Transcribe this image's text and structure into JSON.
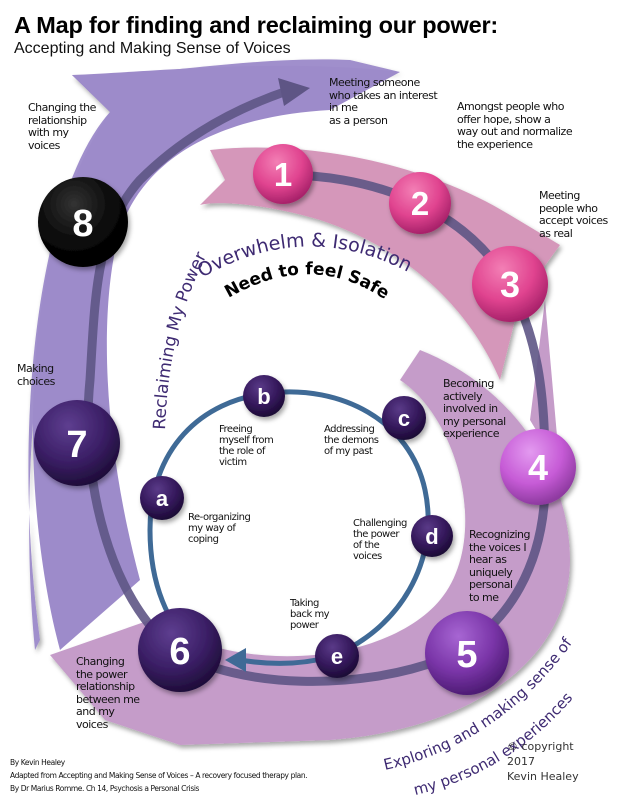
{
  "header": {
    "title": "A Map for finding and reclaiming our power:",
    "subtitle": "Accepting and Making Sense of Voices"
  },
  "arcs": {
    "outer_top_label": "Overwhelm & Isolation",
    "outer_top_sublabel": "Need to feel Safe",
    "left_label": "Reclaiming My Power",
    "bottom_label_line1": "Exploring and making sense of",
    "bottom_label_line2": "my personal experiences"
  },
  "steps": [
    {
      "id": "1",
      "text": "Meeting someone\nwho takes an interest\nin me\nas a person",
      "color": "#e0438f"
    },
    {
      "id": "2",
      "text": "Amongst people who\noffer hope, show a\nway out and normalize\nthe experience",
      "color": "#e0438f"
    },
    {
      "id": "3",
      "text": "Meeting\npeople who\naccept voices\nas real",
      "color": "#e0438f"
    },
    {
      "id": "4",
      "text": "Becoming\nactively\ninvolved in\nmy personal\nexperience",
      "color": "#c65bd6"
    },
    {
      "id": "5",
      "text": "Recognizing\nthe voices I\nhear as\nuniquely\npersonal\nto me",
      "color": "#7a35a8"
    },
    {
      "id": "6",
      "text": "Changing\nthe power\nrelationship\nbetween me\nand my\nvoices",
      "color": "#3b1f66"
    },
    {
      "id": "7",
      "text": "Making\nchoices",
      "color": "#3b1f66"
    },
    {
      "id": "8",
      "text": "Changing the\nrelationship\nwith my\nvoices",
      "color": "#050505"
    }
  ],
  "inner_steps": [
    {
      "id": "a",
      "text": "Re-organizing\nmy way of\ncoping"
    },
    {
      "id": "b",
      "text": "Freeing\nmyself from\nthe role of\nvictim"
    },
    {
      "id": "c",
      "text": "Addressing\nthe demons\nof my past"
    },
    {
      "id": "d",
      "text": "Challenging\nthe power\nof the\nvoices"
    },
    {
      "id": "e",
      "text": "Taking\nback my\npower"
    }
  ],
  "colors": {
    "pink_band": "#d395b8",
    "lilac_band": "#c49ac8",
    "violet_band": "#9b88c9",
    "inner_ring": "#3f6a96",
    "inner_node": "#35195c",
    "label_purple": "#3e2a72"
  },
  "footer": {
    "credit_line1": "By Kevin Healey",
    "credit_line2": "Adapted from Accepting and Making Sense of Voices – A recovery focused therapy plan.",
    "credit_line3": "By Dr Marius Romme. Ch 14, Psychosis a Personal Crisis",
    "copyright": "© copyright\n2017\nKevin Healey"
  }
}
